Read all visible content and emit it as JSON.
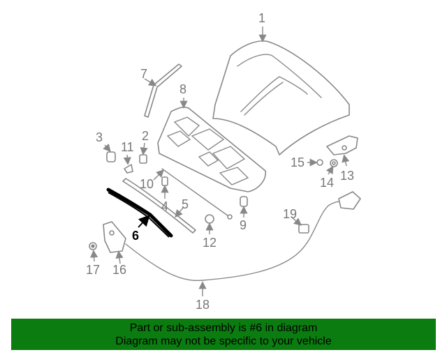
{
  "callouts": {
    "c1": "1",
    "c2": "2",
    "c3": "3",
    "c4": "4",
    "c5": "5",
    "c6": "6",
    "c7": "7",
    "c8": "8",
    "c9": "9",
    "c10": "10",
    "c11": "11",
    "c12": "12",
    "c13": "13",
    "c14": "14",
    "c15": "15",
    "c16": "16",
    "c17": "17",
    "c18": "18",
    "c19": "19"
  },
  "highlighted_part": "6",
  "colors": {
    "banner": "#0b7d10",
    "highlight": "#000000",
    "line_art": "#888888"
  },
  "banner": {
    "line1": "Part or sub-assembly is #6 in diagram",
    "line2": "Diagram may not be specific to your vehicle"
  }
}
